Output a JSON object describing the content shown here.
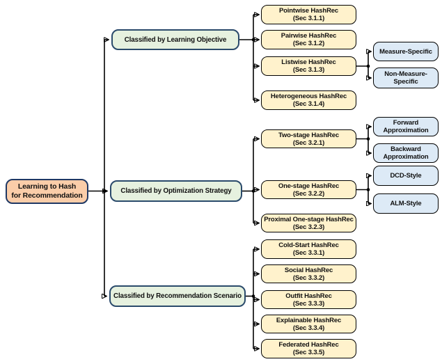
{
  "figure": {
    "type": "taxonomy-tree",
    "root": {
      "label": "Learning to Hash\nfor Recommendation"
    },
    "branches": [
      {
        "label": "Classified by Learning Objective",
        "children": [
          {
            "title": "Pointwise HashRec",
            "sec": "(Sec 3.1.1)"
          },
          {
            "title": "Pairwise HashRec",
            "sec": "(Sec 3.1.2)"
          },
          {
            "title": "Listwise HashRec",
            "sec": "(Sec 3.1.3)",
            "children": [
              {
                "label": "Measure-Specific"
              },
              {
                "label": "Non-Measure-\nSpecific"
              }
            ]
          },
          {
            "title": "Heterogeneous HashRec",
            "sec": "(Sec 3.1.4)"
          }
        ]
      },
      {
        "label": "Classified by Optimization Strategy",
        "children": [
          {
            "title": "Two-stage HashRec",
            "sec": "(Sec 3.2.1)",
            "children": [
              {
                "label": "Forward\nApproximation"
              },
              {
                "label": "Backward\nApproximation"
              }
            ]
          },
          {
            "title": "One-stage HashRec",
            "sec": "(Sec 3.2.2)",
            "children": [
              {
                "label": "DCD-Style"
              },
              {
                "label": "ALM-Style"
              }
            ]
          },
          {
            "title": "Proximal One-stage HashRec",
            "sec": "(Sec 3.2.3)"
          }
        ]
      },
      {
        "label": "Classified by Recommendation Scenario",
        "children": [
          {
            "title": "Cold-Start HashRec",
            "sec": "(Sec 3.3.1)"
          },
          {
            "title": "Social HashRec",
            "sec": "(Sec 3.3.2)"
          },
          {
            "title": "Outfit HashRec",
            "sec": "(Sec 3.3.3)"
          },
          {
            "title": "Explainable HashRec",
            "sec": "(Sec 3.3.4)"
          },
          {
            "title": "Federated HashRec",
            "sec": "(Sec 3.3.5)"
          }
        ]
      }
    ],
    "colors": {
      "root_fill": "#FACDA9",
      "branch_fill": "#E6F1DF",
      "leaf_fill": "#FFF2CC",
      "subleaf_fill": "#DDEAF6",
      "dark_border": "#1F3864",
      "leaf_border": "#000000",
      "line": "#000000"
    }
  }
}
